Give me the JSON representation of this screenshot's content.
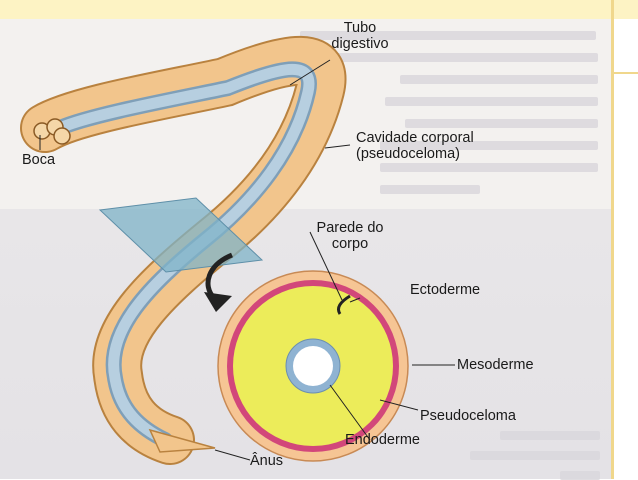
{
  "diagram": {
    "labels": {
      "tubo_line1": "Tubo",
      "tubo_line2": "digestivo",
      "boca": "Boca",
      "cavidade_line1": "Cavidade corporal",
      "cavidade_line2": "(pseudoceloma)",
      "parede_line1": "Parede do",
      "parede_line2": "corpo",
      "ectoderme": "Ectoderme",
      "mesoderme": "Mesoderme",
      "pseudoceloma": "Pseudoceloma",
      "endoderme": "Endoderme",
      "anus": "Ânus"
    },
    "colors": {
      "body_outer": "#f2c58c",
      "body_edge": "#b9823f",
      "gut": "#a9c4d6",
      "cross_section_outer": "#f6c594",
      "ring_mesoderm": "#d2477a",
      "pseudocoel_fill": "#ecec5a",
      "gut_ring": "#8fb3d2",
      "section_plane": "#7fb3c8",
      "arrow": "#222222"
    }
  }
}
